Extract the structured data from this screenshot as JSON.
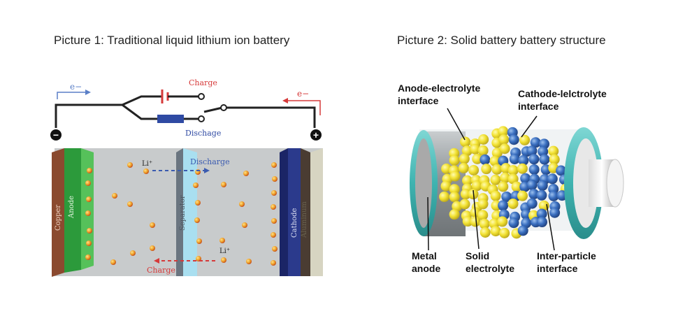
{
  "picture1": {
    "caption": "Picture 1: Traditional liquid lithium ion battery",
    "labels": {
      "electron_left": "e−",
      "electron_right": "e−",
      "charge_top": "Charge",
      "discharge_mid": "Dischage",
      "negative_terminal": "−",
      "positive_terminal": "+",
      "copper": "Copper",
      "anode": "Anode",
      "separator": "Separator",
      "cathode": "Cathode",
      "aluminum": "Aluminum",
      "li_ion_top": "Li⁺",
      "discharge_arrow": "Discharge",
      "li_ion_bottom": "Li⁺",
      "charge_arrow": "Charge"
    },
    "colors": {
      "copper": "#8b4a2f",
      "anode": "#3fae45",
      "electrolyte": "#c8cbcc",
      "separator": "#a9dff0",
      "cathode": "#2b3a8c",
      "aluminum": "#d7d5c2",
      "ion": "#e6952a",
      "charge": "#d63a3a",
      "discharge": "#3b5bb0"
    }
  },
  "picture2": {
    "caption": "Picture 2: Solid battery battery structure",
    "labels": {
      "anode_electrolyte_interface": [
        "Anode-electrolyte",
        "interface"
      ],
      "cathode_electrolyte_interface": [
        "Cathode-lelctrolyte",
        "interface"
      ],
      "metal_anode": [
        "Metal",
        "anode"
      ],
      "solid_electrolyte": [
        "Solid",
        "electrolyte"
      ],
      "inter_particle_interface": [
        "Inter-particle",
        "interface"
      ]
    },
    "colors": {
      "shell": "#4fc1bf",
      "metal": "#9aa0a3",
      "electrolyte_particle": "#f0e132",
      "cathode_particle": "#3c6fb5"
    }
  }
}
